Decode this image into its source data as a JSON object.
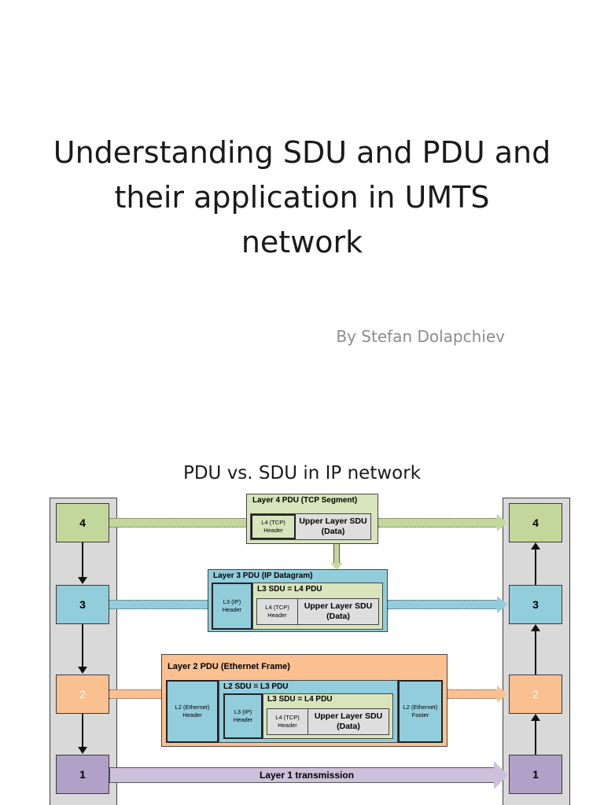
{
  "slide_title": {
    "line1": "Understanding SDU and PDU and",
    "line2": "their application in UMTS",
    "line3": "network"
  },
  "author": "By Stefan Dolapchiev",
  "diagram": {
    "title": "PDU vs. SDU in IP network",
    "layers": [
      "4",
      "3",
      "2",
      "1"
    ],
    "layer4": {
      "title": "Layer 4 PDU (TCP Segment)",
      "header": "L4 (TCP) Header",
      "data": "Upper Layer SDU (Data)"
    },
    "layer3": {
      "title": "Layer 3 PDU (IP Datagram)",
      "header": "L3 (IP) Header",
      "sdu_label": "L3 SDU = L4 PDU",
      "l4_header": "L4 (TCP) Header",
      "data": "Upper Layer SDU (Data)"
    },
    "layer2": {
      "title": "Layer 2 PDU (Ethernet Frame)",
      "header": "L2 (Ethernet) Header",
      "footer": "L2 (Ethernet) Footer",
      "sdu_label": "L2 SDU = L3 PDU",
      "l3_header": "L3 (IP) Header",
      "l3_sdu_label": "L3 SDU = L4 PDU",
      "l4_header": "L4 (TCP) Header",
      "data": "Upper Layer SDU (Data)"
    },
    "layer1": {
      "label": "Layer 1 transmission"
    },
    "colors": {
      "layer4": "#c4d79b",
      "layer3": "#92cddc",
      "layer2": "#fac090",
      "layer1": "#b1a0c7",
      "stack": "#d9d9d9",
      "data_box": "#dedede"
    }
  }
}
